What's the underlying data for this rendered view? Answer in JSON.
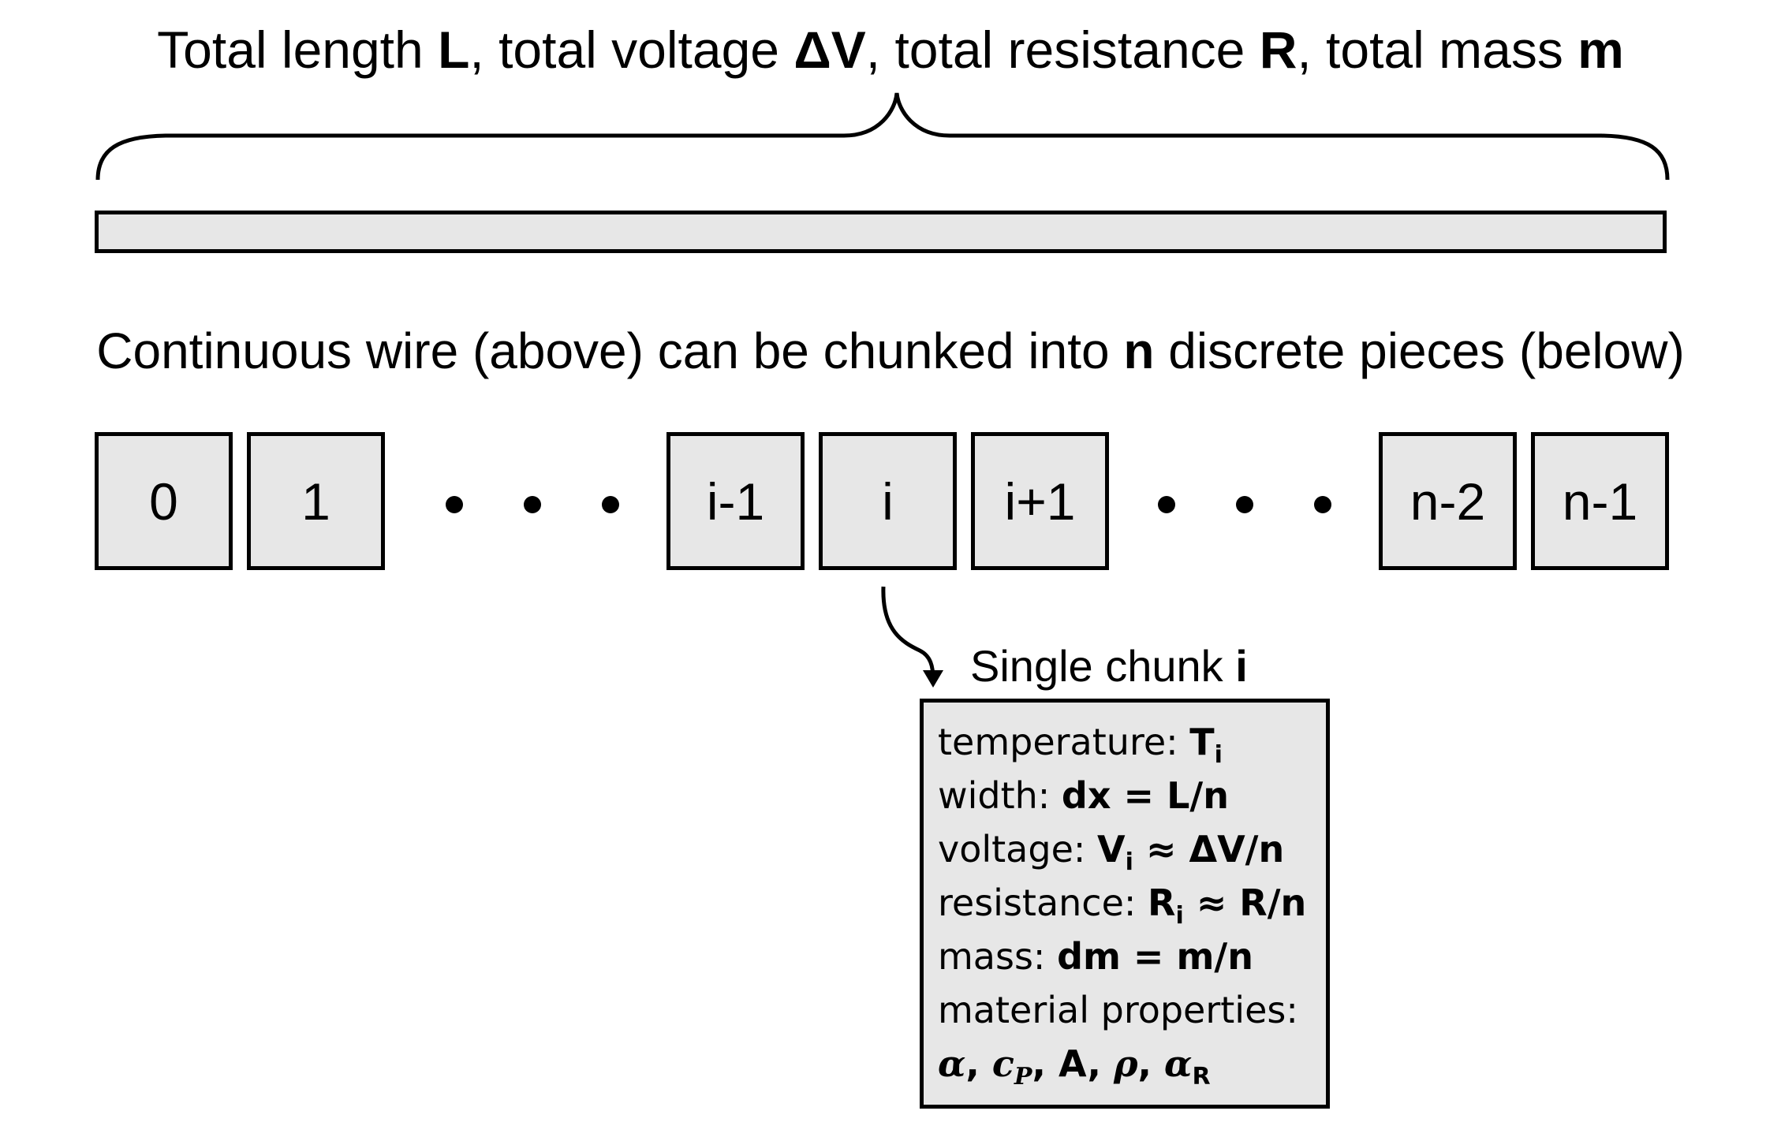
{
  "title": {
    "prefix": "Total length ",
    "L": "L",
    "part2": ", total voltage ",
    "dV": "ΔV",
    "part3": ", total resistance ",
    "R": "R",
    "part4": ", total mass ",
    "m": "m"
  },
  "caption": {
    "prefix": "Continuous wire (above) can be chunked into ",
    "n": "n",
    "suffix": " discrete pieces (below)"
  },
  "chunks": [
    "0",
    "1",
    "i-1",
    "i",
    "i+1",
    "n-2",
    "n-1"
  ],
  "single_chunk": {
    "label": "Single chunk ",
    "index": "i"
  },
  "properties": {
    "temperature_label": "temperature: ",
    "temperature_value": "T",
    "temperature_sub": "i",
    "width_label": "width: ",
    "width_value": "dx = L/n",
    "voltage_label": "voltage: ",
    "voltage_value": "V",
    "voltage_sub": "i",
    "voltage_rest": " ≈ ΔV/n",
    "resistance_label": "resistance: ",
    "resistance_value": "R",
    "resistance_sub": "i",
    "resistance_rest": " ≈ R/n",
    "mass_label": "mass: ",
    "mass_value": "dm = m/n",
    "material_label": "material properties:",
    "alpha": "α",
    "cp": "c",
    "cp_sub": "P",
    "A": "A",
    "rho": "ρ",
    "alphaR": "α",
    "alphaR_sub": "R",
    "sep": ", "
  },
  "colors": {
    "fill": "#e7e7e7",
    "stroke": "#000000"
  }
}
